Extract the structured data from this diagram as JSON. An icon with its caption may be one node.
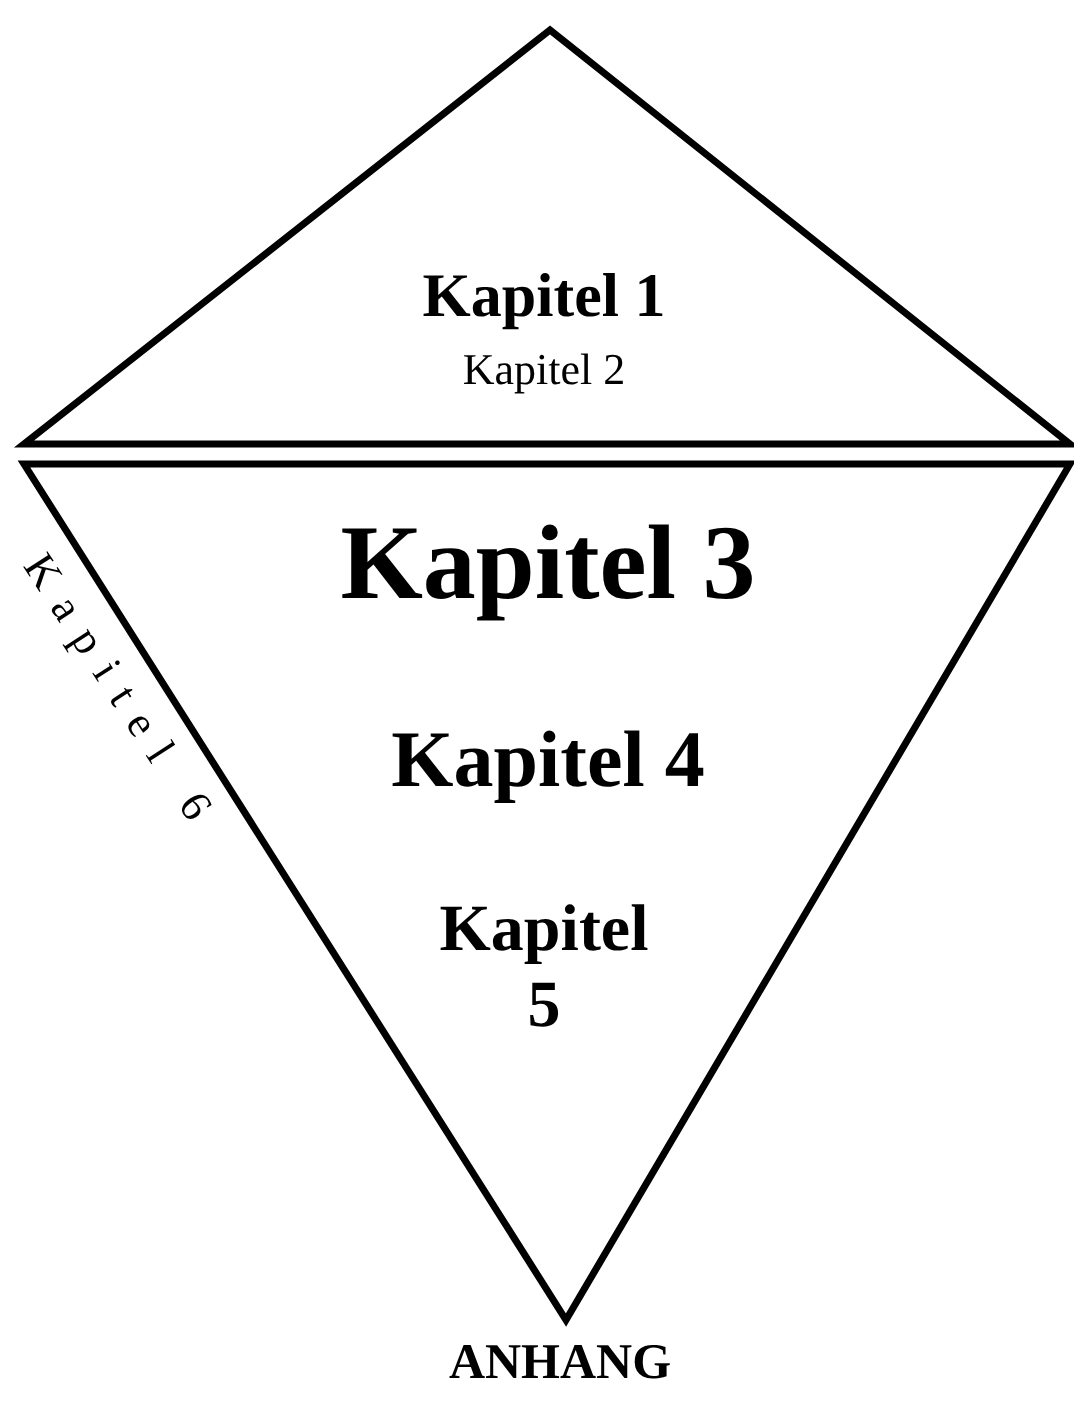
{
  "diagram": {
    "nodes": [
      {
        "text": [
          "Kapitel 1",
          "Kapitel 2"
        ]
      },
      {
        "text": [
          "Kapitel 3",
          "Kapitel 4",
          "Kapitel 5"
        ],
        "beside": [
          "Kapitel 6"
        ]
      }
    ],
    "labels": [
      "ANHANG"
    ]
  }
}
